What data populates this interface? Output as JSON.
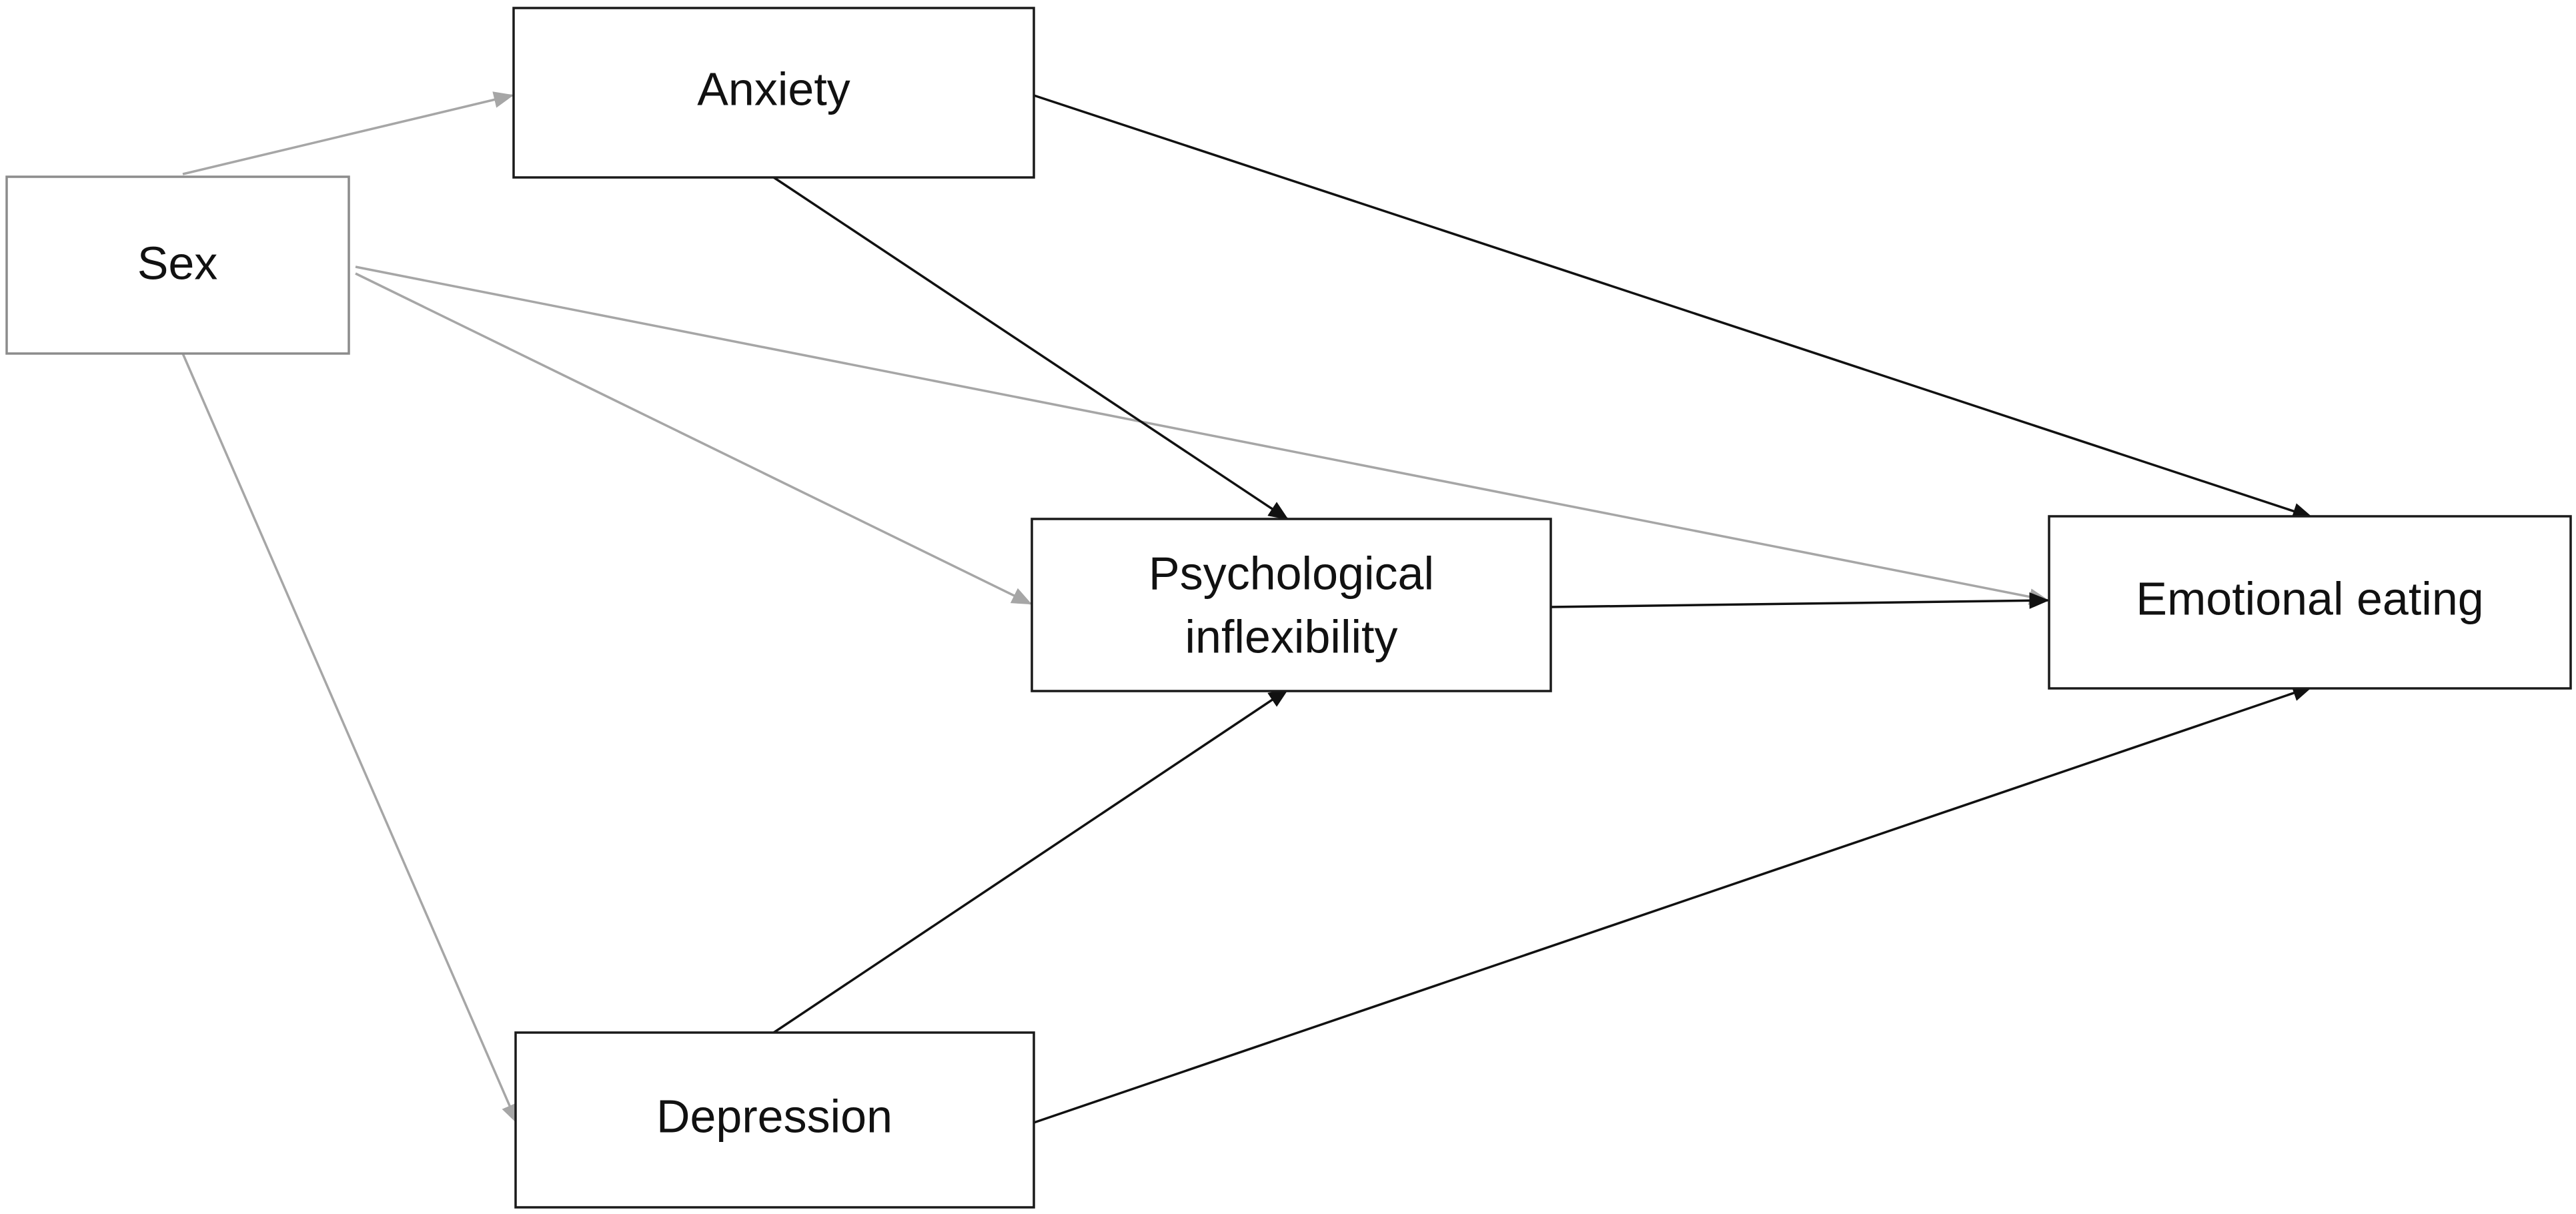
{
  "nodes": {
    "sex": {
      "label": "Sex"
    },
    "anxiety": {
      "label": "Anxiety"
    },
    "psych": {
      "label_line1": "Psychological",
      "label_line2": "inflexibility"
    },
    "emotional": {
      "label": "Emotional eating"
    },
    "depression": {
      "label": "Depression"
    }
  },
  "edges": [
    {
      "from": "Sex",
      "to": "Anxiety",
      "style": "gray"
    },
    {
      "from": "Sex",
      "to": "Psychological inflexibility",
      "style": "gray"
    },
    {
      "from": "Sex",
      "to": "Emotional eating",
      "style": "gray"
    },
    {
      "from": "Sex",
      "to": "Depression",
      "style": "gray"
    },
    {
      "from": "Anxiety",
      "to": "Psychological inflexibility",
      "style": "black"
    },
    {
      "from": "Anxiety",
      "to": "Emotional eating",
      "style": "black"
    },
    {
      "from": "Depression",
      "to": "Psychological inflexibility",
      "style": "black"
    },
    {
      "from": "Depression",
      "to": "Emotional eating",
      "style": "black"
    },
    {
      "from": "Psychological inflexibility",
      "to": "Emotional eating",
      "style": "black"
    }
  ],
  "colors": {
    "arrow_dark": "#111111",
    "arrow_light": "#a6a6a6"
  }
}
